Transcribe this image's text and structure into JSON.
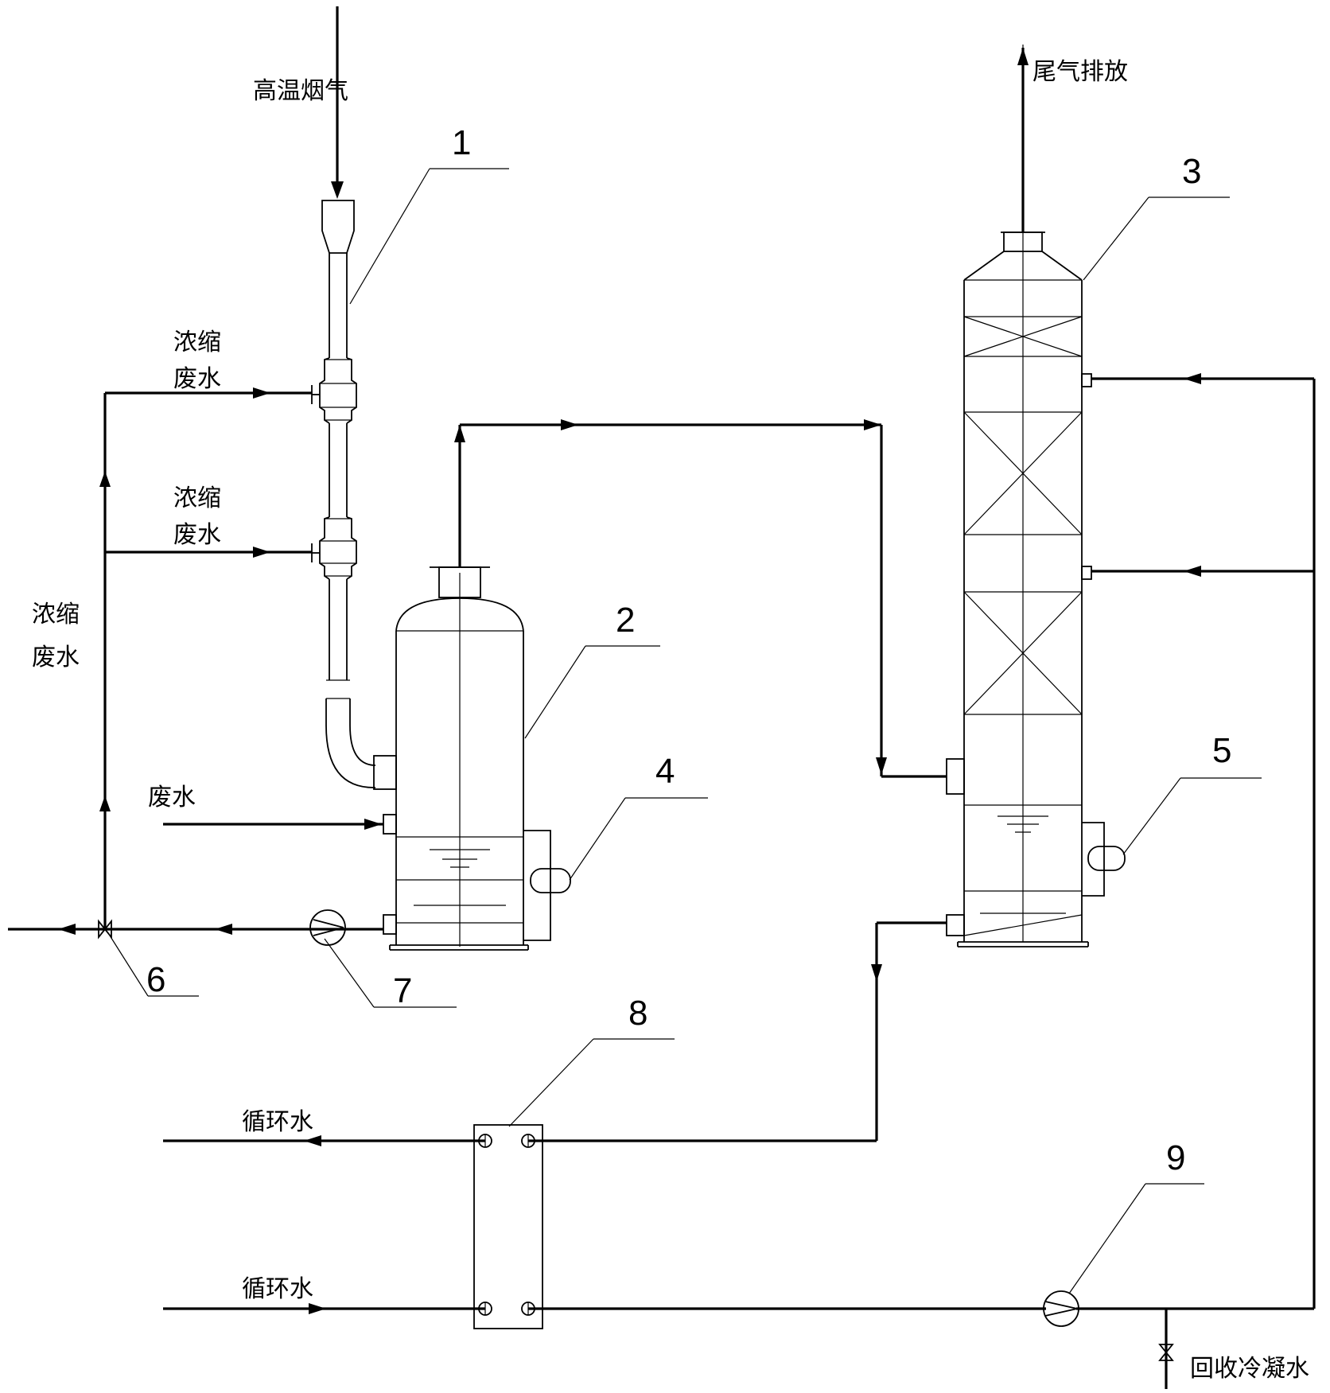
{
  "labels": {
    "flue_gas_in": "高温烟气",
    "tail_gas_out": "尾气排放",
    "conc_ww_1_line1": "浓缩",
    "conc_ww_1_line2": "废水",
    "conc_ww_2_line1": "浓缩",
    "conc_ww_2_line2": "废水",
    "conc_ww_3_line1": "浓缩",
    "conc_ww_3_line2": "废水",
    "waste_water_in": "废水",
    "circ_water_out": "循环水",
    "circ_water_in": "循环水",
    "recovered_condensate": "回收冷凝水"
  },
  "component_numbers": {
    "venturi_evaporator": "1",
    "separator_tank": "2",
    "condensing_tower": "3",
    "level_gauge_tank": "4",
    "level_gauge_tower": "5",
    "valve": "6",
    "circulation_pump": "7",
    "plate_heat_exchanger": "8",
    "condensate_pump": "9"
  }
}
